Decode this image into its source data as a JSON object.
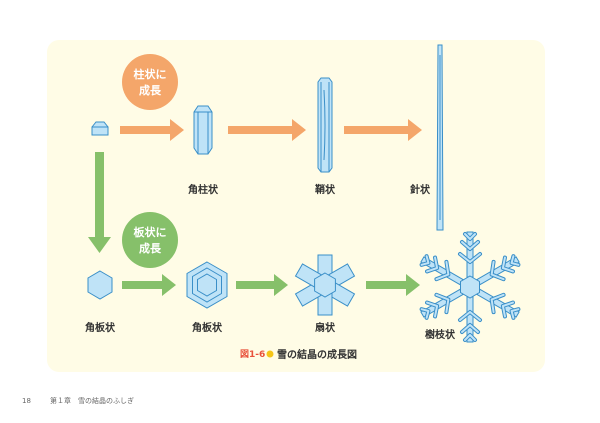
{
  "colors": {
    "panel": "#fffce6",
    "orange": "#f4a66a",
    "green": "#86c06a",
    "ice": "#bfe3f7",
    "ice_stroke": "#3a8fc8",
    "caption_accent": "#e8503a",
    "bullet": "#f5c518"
  },
  "bubbles": {
    "columnar": [
      "柱状に",
      "成長"
    ],
    "plate": [
      "板状に",
      "成長"
    ]
  },
  "labels": {
    "hex_column": "角柱状",
    "sheath": "鞘状",
    "needle": "針状",
    "hex_base": "角板状",
    "hex_plate": "角板状",
    "sector": "扇状",
    "dendrite": "樹枝状"
  },
  "caption": {
    "number": "図1-6",
    "title": "雪の結晶の成長図"
  },
  "footer": {
    "page": "18",
    "chapter": "第１章",
    "chapter_title": "雪の結晶のふしぎ"
  }
}
